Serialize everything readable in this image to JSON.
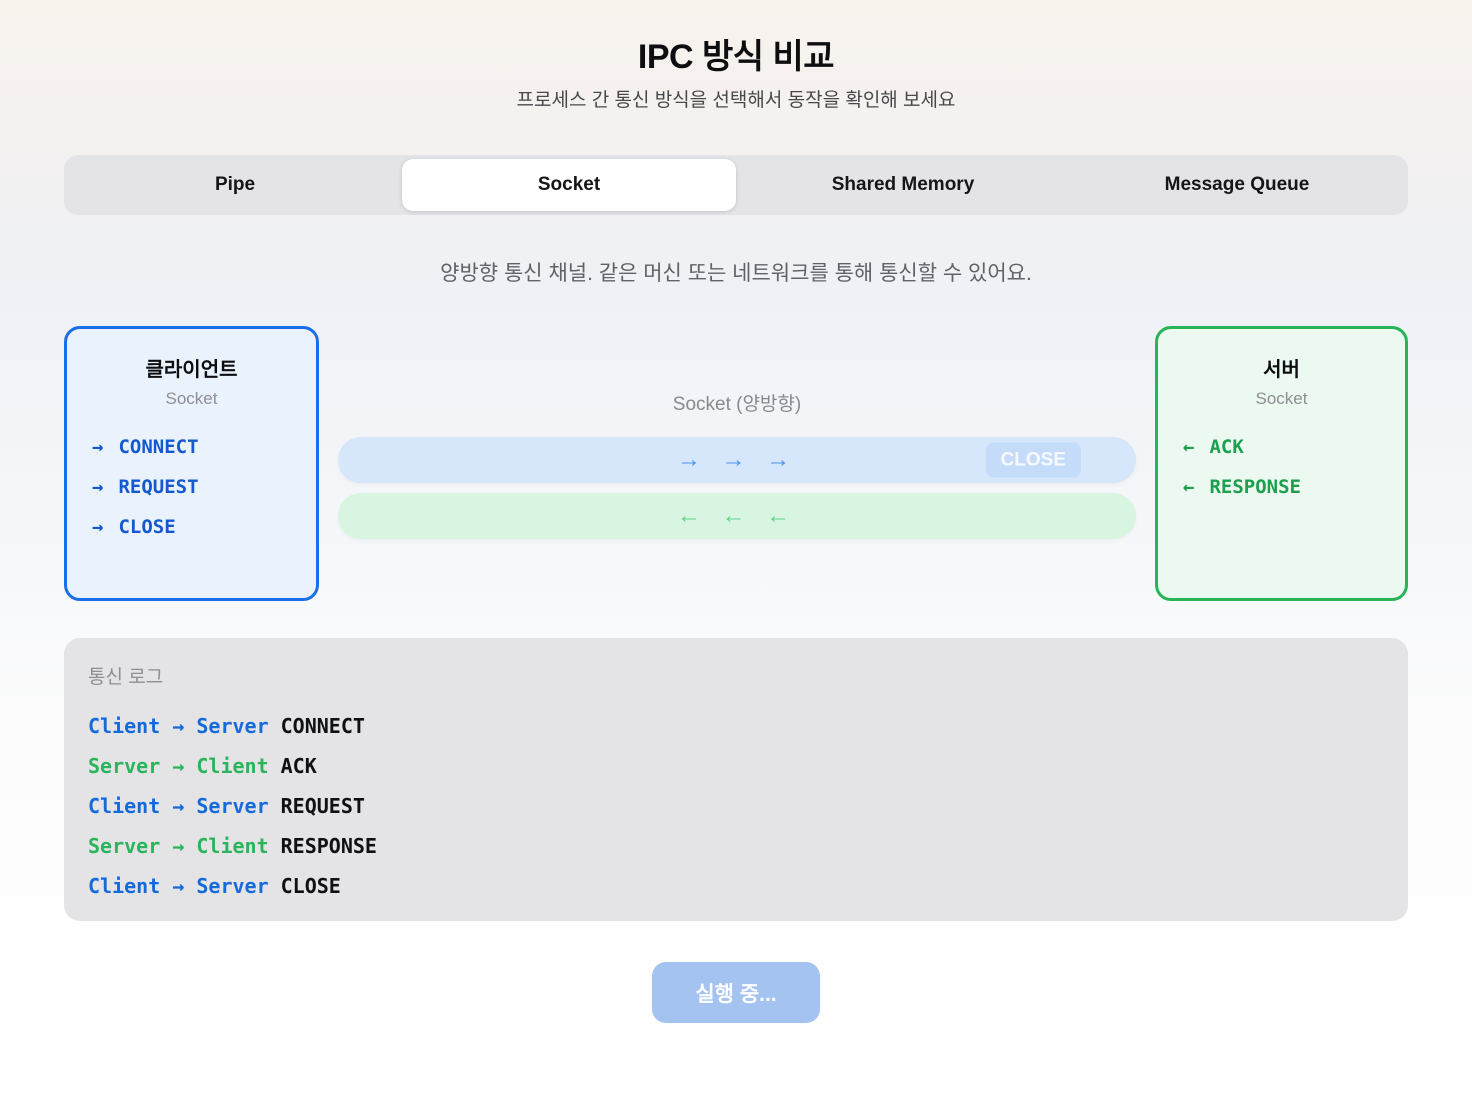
{
  "header": {
    "title": "IPC 방식 비교",
    "subtitle": "프로세스 간 통신 방식을 선택해서 동작을 확인해 보세요"
  },
  "tabs": [
    {
      "label": "Pipe",
      "selected": false
    },
    {
      "label": "Socket",
      "selected": true
    },
    {
      "label": "Shared Memory",
      "selected": false
    },
    {
      "label": "Message Queue",
      "selected": false
    }
  ],
  "description": "양방향 통신 채널. 같은 머신 또는 네트워크를 통해 통신할 수 있어요.",
  "client": {
    "title": "클라이언트",
    "subtitle": "Socket",
    "messages": [
      {
        "arrow": "→",
        "label": "CONNECT"
      },
      {
        "arrow": "→",
        "label": "REQUEST"
      },
      {
        "arrow": "→",
        "label": "CLOSE"
      }
    ]
  },
  "server": {
    "title": "서버",
    "subtitle": "Socket",
    "messages": [
      {
        "arrow": "←",
        "label": "ACK"
      },
      {
        "arrow": "←",
        "label": "RESPONSE"
      }
    ]
  },
  "channel": {
    "label": "Socket (양방향)",
    "forward_arrows": "→ → →",
    "backward_arrows": "← ← ←",
    "packet_label": "CLOSE"
  },
  "log": {
    "title": "통신 로그",
    "entries": [
      {
        "route": "Client → Server",
        "message": "CONNECT",
        "direction": "client-to-server"
      },
      {
        "route": "Server → Client",
        "message": "ACK",
        "direction": "server-to-client"
      },
      {
        "route": "Client → Server",
        "message": "REQUEST",
        "direction": "client-to-server"
      },
      {
        "route": "Server → Client",
        "message": "RESPONSE",
        "direction": "server-to-client"
      },
      {
        "route": "Client → Server",
        "message": "CLOSE",
        "direction": "client-to-server"
      }
    ]
  },
  "run_button": {
    "label": "실행 중...",
    "state": "running"
  },
  "colors": {
    "client_accent": "#1a6fe8",
    "server_accent": "#28b457",
    "client_bg": "#eaf2fd",
    "server_bg": "#ebf9f0",
    "channel_blue": "#d6e6fb",
    "channel_green": "#d8f5e1",
    "log_blue": "#1569d9",
    "log_green": "#2bb45b",
    "button_bg": "#a4c3f1"
  }
}
